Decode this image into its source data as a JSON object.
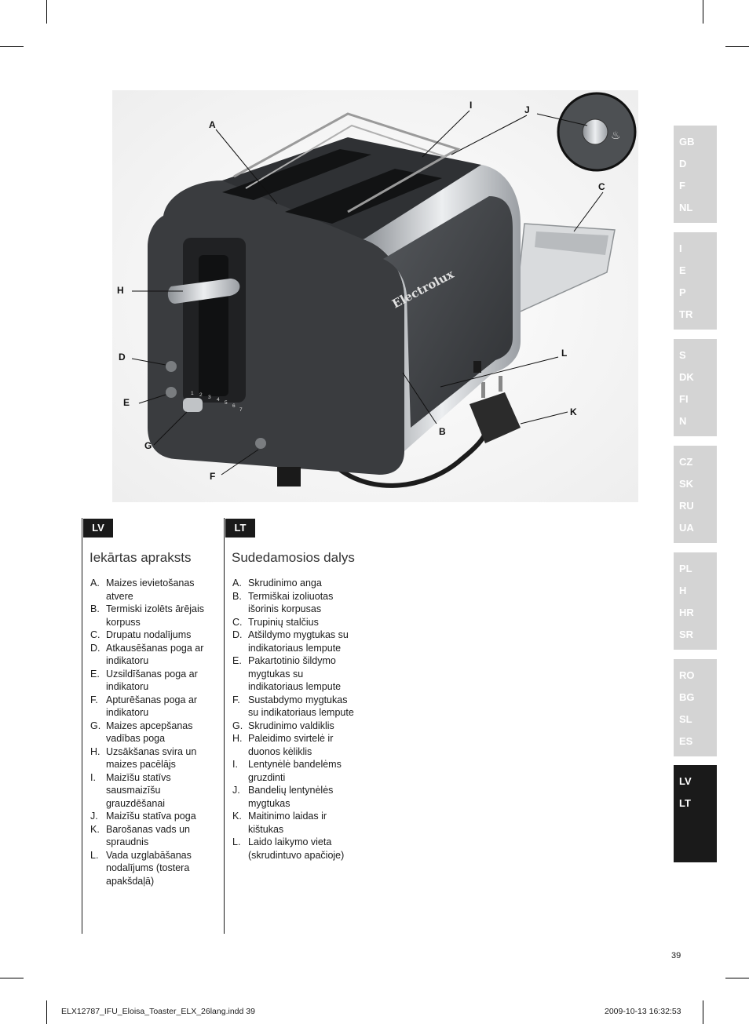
{
  "callouts": [
    "A",
    "I",
    "J",
    "C",
    "H",
    "L",
    "D",
    "K",
    "E",
    "B",
    "G",
    "F"
  ],
  "product": {
    "brand_logo_text": "Electrolux",
    "dial_numbers": [
      "1",
      "2",
      "3",
      "4",
      "5",
      "6",
      "7"
    ]
  },
  "sidebar": {
    "groups": [
      {
        "items": [
          "GB",
          "D",
          "F",
          "NL"
        ],
        "active": false
      },
      {
        "items": [
          "I",
          "E",
          "P",
          "TR"
        ],
        "active": false
      },
      {
        "items": [
          "S",
          "DK",
          "FI",
          "N"
        ],
        "active": false
      },
      {
        "items": [
          "CZ",
          "SK",
          "RU",
          "UA"
        ],
        "active": false
      },
      {
        "items": [
          "PL",
          "H",
          "HR",
          "SR"
        ],
        "active": false
      },
      {
        "items": [
          "RO",
          "BG",
          "SL",
          "ES"
        ],
        "active": false
      },
      {
        "items": [
          "LV",
          "LT"
        ],
        "active": true
      }
    ]
  },
  "columns": [
    {
      "tag": "LV",
      "title": "Iekārtas apraksts",
      "items": [
        {
          "letter": "A.",
          "lines": [
            "Maizes ievietošanas",
            "atvere"
          ]
        },
        {
          "letter": "B.",
          "lines": [
            "Termiski izolēts ārējais",
            "korpuss"
          ]
        },
        {
          "letter": "C.",
          "lines": [
            "Drupatu nodalījums"
          ]
        },
        {
          "letter": "D.",
          "lines": [
            "Atkausēšanas poga ar",
            "indikatoru"
          ]
        },
        {
          "letter": "E.",
          "lines": [
            "Uzsildīšanas poga ar",
            "indikatoru"
          ]
        },
        {
          "letter": "F.",
          "lines": [
            "Apturēšanas poga ar",
            "indikatoru"
          ]
        },
        {
          "letter": "G.",
          "lines": [
            "Maizes apcepšanas",
            "vadības poga"
          ]
        },
        {
          "letter": "H.",
          "lines": [
            "Uzsākšanas svira un",
            "maizes pacēlājs"
          ]
        },
        {
          "letter": "I.",
          "lines": [
            "Maizīšu statīvs",
            "sausmaizīšu",
            "grauzdēšanai"
          ]
        },
        {
          "letter": "J.",
          "lines": [
            "Maizīšu statīva poga"
          ]
        },
        {
          "letter": "K.",
          "lines": [
            "Barošanas vads un",
            "spraudnis"
          ]
        },
        {
          "letter": "L.",
          "lines": [
            "Vada uzglabāšanas",
            "nodalījums (tostera",
            "apakšdaļā)"
          ]
        }
      ]
    },
    {
      "tag": "LT",
      "title": "Sudedamosios dalys",
      "items": [
        {
          "letter": "A.",
          "lines": [
            "Skrudinimo anga"
          ]
        },
        {
          "letter": "B.",
          "lines": [
            "Termiškai izoliuotas",
            "išorinis korpusas"
          ]
        },
        {
          "letter": "C.",
          "lines": [
            "Trupinių stalčius"
          ]
        },
        {
          "letter": "D.",
          "lines": [
            "Atšildymo mygtukas su",
            "indikatoriaus lempute"
          ]
        },
        {
          "letter": "E.",
          "lines": [
            "Pakartotinio šildymo",
            "mygtukas su",
            "indikatoriaus lempute"
          ]
        },
        {
          "letter": "F.",
          "lines": [
            "Sustabdymo mygtukas",
            "su indikatoriaus lempute"
          ]
        },
        {
          "letter": "G.",
          "lines": [
            "Skrudinimo valdiklis"
          ]
        },
        {
          "letter": "H.",
          "lines": [
            "Paleidimo svirtelė ir",
            "duonos kėliklis"
          ]
        },
        {
          "letter": "I.",
          "lines": [
            "Lentynėlė bandelėms",
            "gruzdinti"
          ]
        },
        {
          "letter": "J.",
          "lines": [
            "Bandelių lentynėlės",
            "mygtukas"
          ]
        },
        {
          "letter": "K.",
          "lines": [
            "Maitinimo laidas ir",
            "kištukas"
          ]
        },
        {
          "letter": "L.",
          "lines": [
            "Laido laikymo vieta",
            "(skrudintuvo apačioje)"
          ]
        }
      ]
    }
  ],
  "page_number": "39",
  "footer": {
    "left": "ELX12787_IFU_Eloisa_Toaster_ELX_26lang.indd   39",
    "right": "2009-10-13   16:32:53"
  },
  "colors": {
    "sidebar_inactive": "#d4d4d4",
    "sidebar_active": "#1a1a1a",
    "toaster_body": "#3d3f42",
    "chrome": "#c5c8cb"
  }
}
